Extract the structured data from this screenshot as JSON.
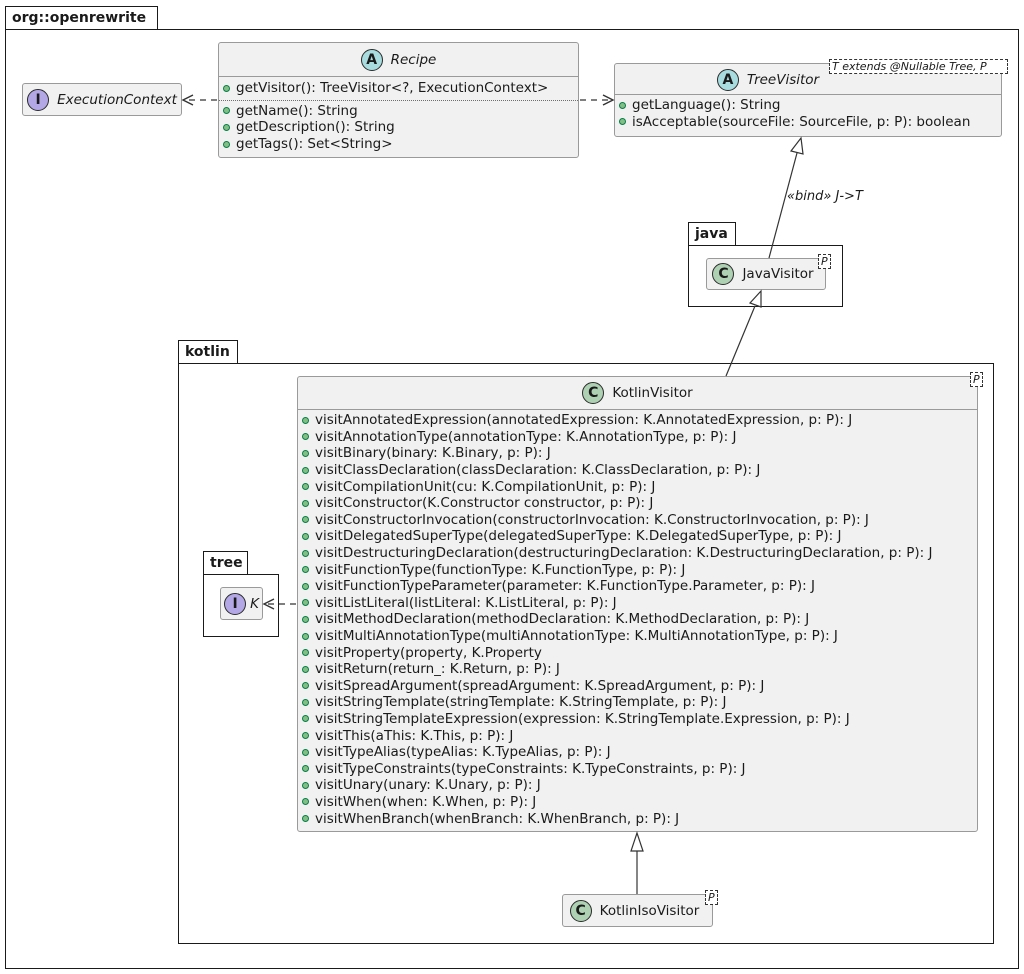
{
  "packages": {
    "root": "org::openrewrite",
    "java": "java",
    "kotlin": "kotlin",
    "tree": "tree"
  },
  "execution_context": {
    "stereotype": "I",
    "name": "ExecutionContext"
  },
  "recipe": {
    "stereotype": "A",
    "name": "Recipe",
    "members_top": [
      "getVisitor(): TreeVisitor<?, ExecutionContext>"
    ],
    "members_bottom": [
      "getName(): String",
      "getDescription(): String",
      "getTags(): Set<String>"
    ]
  },
  "tree_visitor": {
    "stereotype": "A",
    "name": "TreeVisitor",
    "type_param": "T extends @Nullable Tree, P",
    "members": [
      "getLanguage(): String",
      "isAcceptable(sourceFile: SourceFile, p: P): boolean"
    ]
  },
  "java_visitor": {
    "stereotype": "C",
    "name": "JavaVisitor",
    "type_param": "P"
  },
  "bind_label": "«bind» J->T",
  "kotlin_visitor": {
    "stereotype": "C",
    "name": "KotlinVisitor",
    "type_param": "P",
    "members": [
      "visitAnnotatedExpression(annotatedExpression: K.AnnotatedExpression, p: P): J",
      "visitAnnotationType(annotationType: K.AnnotationType, p: P): J",
      "visitBinary(binary: K.Binary, p: P): J",
      "visitClassDeclaration(classDeclaration: K.ClassDeclaration, p: P): J",
      "visitCompilationUnit(cu: K.CompilationUnit, p: P): J",
      "visitConstructor(K.Constructor constructor, p: P): J",
      "visitConstructorInvocation(constructorInvocation: K.ConstructorInvocation, p: P): J",
      "visitDelegatedSuperType(delegatedSuperType: K.DelegatedSuperType, p: P): J",
      "visitDestructuringDeclaration(destructuringDeclaration: K.DestructuringDeclaration, p: P): J",
      "visitFunctionType(functionType: K.FunctionType, p: P): J",
      "visitFunctionTypeParameter(parameter: K.FunctionType.Parameter, p: P): J",
      "visitListLiteral(listLiteral: K.ListLiteral, p: P): J",
      "visitMethodDeclaration(methodDeclaration: K.MethodDeclaration, p: P): J",
      "visitMultiAnnotationType(multiAnnotationType: K.MultiAnnotationType, p: P): J",
      "visitProperty(property, K.Property",
      "visitReturn(return_: K.Return, p: P): J",
      "visitSpreadArgument(spreadArgument: K.SpreadArgument, p: P): J",
      "visitStringTemplate(stringTemplate: K.StringTemplate, p: P): J",
      "visitStringTemplateExpression(expression: K.StringTemplate.Expression, p: P): J",
      "visitThis(aThis: K.This, p: P): J",
      "visitTypeAlias(typeAlias: K.TypeAlias, p: P): J",
      "visitTypeConstraints(typeConstraints: K.TypeConstraints, p: P): J",
      "visitUnary(unary: K.Unary, p: P): J",
      "visitWhen(when: K.When, p: P): J",
      "visitWhenBranch(whenBranch: K.WhenBranch, p: P): J"
    ]
  },
  "k_interface": {
    "stereotype": "I",
    "name": "K"
  },
  "kotlin_iso_visitor": {
    "stereotype": "C",
    "name": "KotlinIsoVisitor",
    "type_param": "P"
  }
}
